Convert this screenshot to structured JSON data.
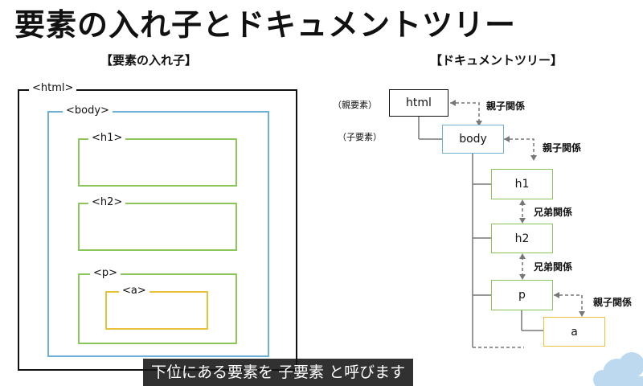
{
  "title": "要素の入れ子とドキュメントツリー",
  "left_section": {
    "heading": "【要素の入れ子】",
    "tags": {
      "html": "<html>",
      "body": "<body>",
      "h1": "<h1>",
      "h2": "<h2>",
      "p": "<p>",
      "a": "<a>"
    }
  },
  "right_section": {
    "heading": "【ドキュメントツリー】",
    "nodes": {
      "html": "html",
      "body": "body",
      "h1": "h1",
      "h2": "h2",
      "p": "p",
      "a": "a"
    },
    "side_labels": {
      "parent": "（親要素）",
      "child": "（子要素）"
    },
    "relations": {
      "html_body": "親子関係",
      "body_children": "親子関係",
      "h1_h2": "兄弟関係",
      "h2_p": "兄弟関係",
      "p_a": "親子関係"
    }
  },
  "caption": "下位にある要素を 子要素 と呼びます",
  "colors": {
    "html_box": "#111111",
    "body_box": "#6fb1d6",
    "child_box": "#8cc65a",
    "a_box": "#e8c23a",
    "dashed": "#777777"
  }
}
